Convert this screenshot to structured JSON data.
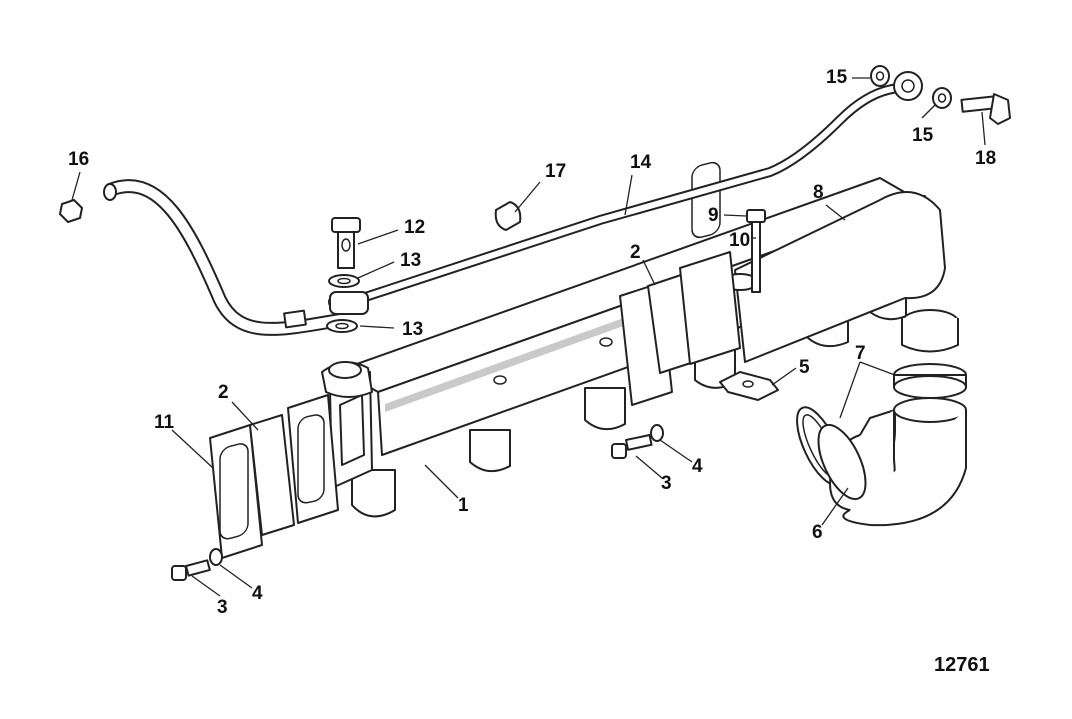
{
  "diagram": {
    "figure_number": "12761",
    "callouts": [
      {
        "id": "c16",
        "label": "16"
      },
      {
        "id": "c12",
        "label": "12"
      },
      {
        "id": "c13a",
        "label": "13"
      },
      {
        "id": "c13b",
        "label": "13"
      },
      {
        "id": "c17",
        "label": "17"
      },
      {
        "id": "c14",
        "label": "14"
      },
      {
        "id": "c15a",
        "label": "15"
      },
      {
        "id": "c15b",
        "label": "15"
      },
      {
        "id": "c18",
        "label": "18"
      },
      {
        "id": "c9",
        "label": "9"
      },
      {
        "id": "c10",
        "label": "10"
      },
      {
        "id": "c8",
        "label": "8"
      },
      {
        "id": "c2a",
        "label": "2"
      },
      {
        "id": "c2b",
        "label": "2"
      },
      {
        "id": "c11",
        "label": "11"
      },
      {
        "id": "c1",
        "label": "1"
      },
      {
        "id": "c5",
        "label": "5"
      },
      {
        "id": "c7",
        "label": "7"
      },
      {
        "id": "c4a",
        "label": "4"
      },
      {
        "id": "c3a",
        "label": "3"
      },
      {
        "id": "c4b",
        "label": "4"
      },
      {
        "id": "c3b",
        "label": "3"
      },
      {
        "id": "c6",
        "label": "6"
      }
    ]
  }
}
